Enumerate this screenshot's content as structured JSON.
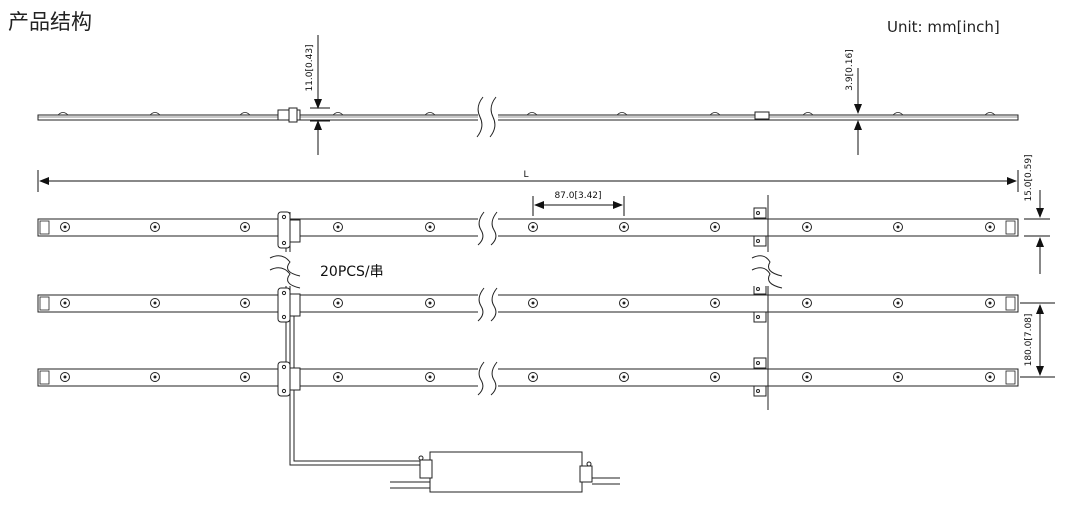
{
  "title": "产品结构",
  "unit": "Unit: mm[inch]",
  "dimensions": {
    "connector_height": "11.0[0.43]",
    "strip_thickness": "3.9[0.16]",
    "length": "L",
    "led_pitch": "87.0[3.42]",
    "strip_width": "15.0[0.59]",
    "row_spacing": "180.0[7.08]"
  },
  "string_note": "20PCS/串"
}
